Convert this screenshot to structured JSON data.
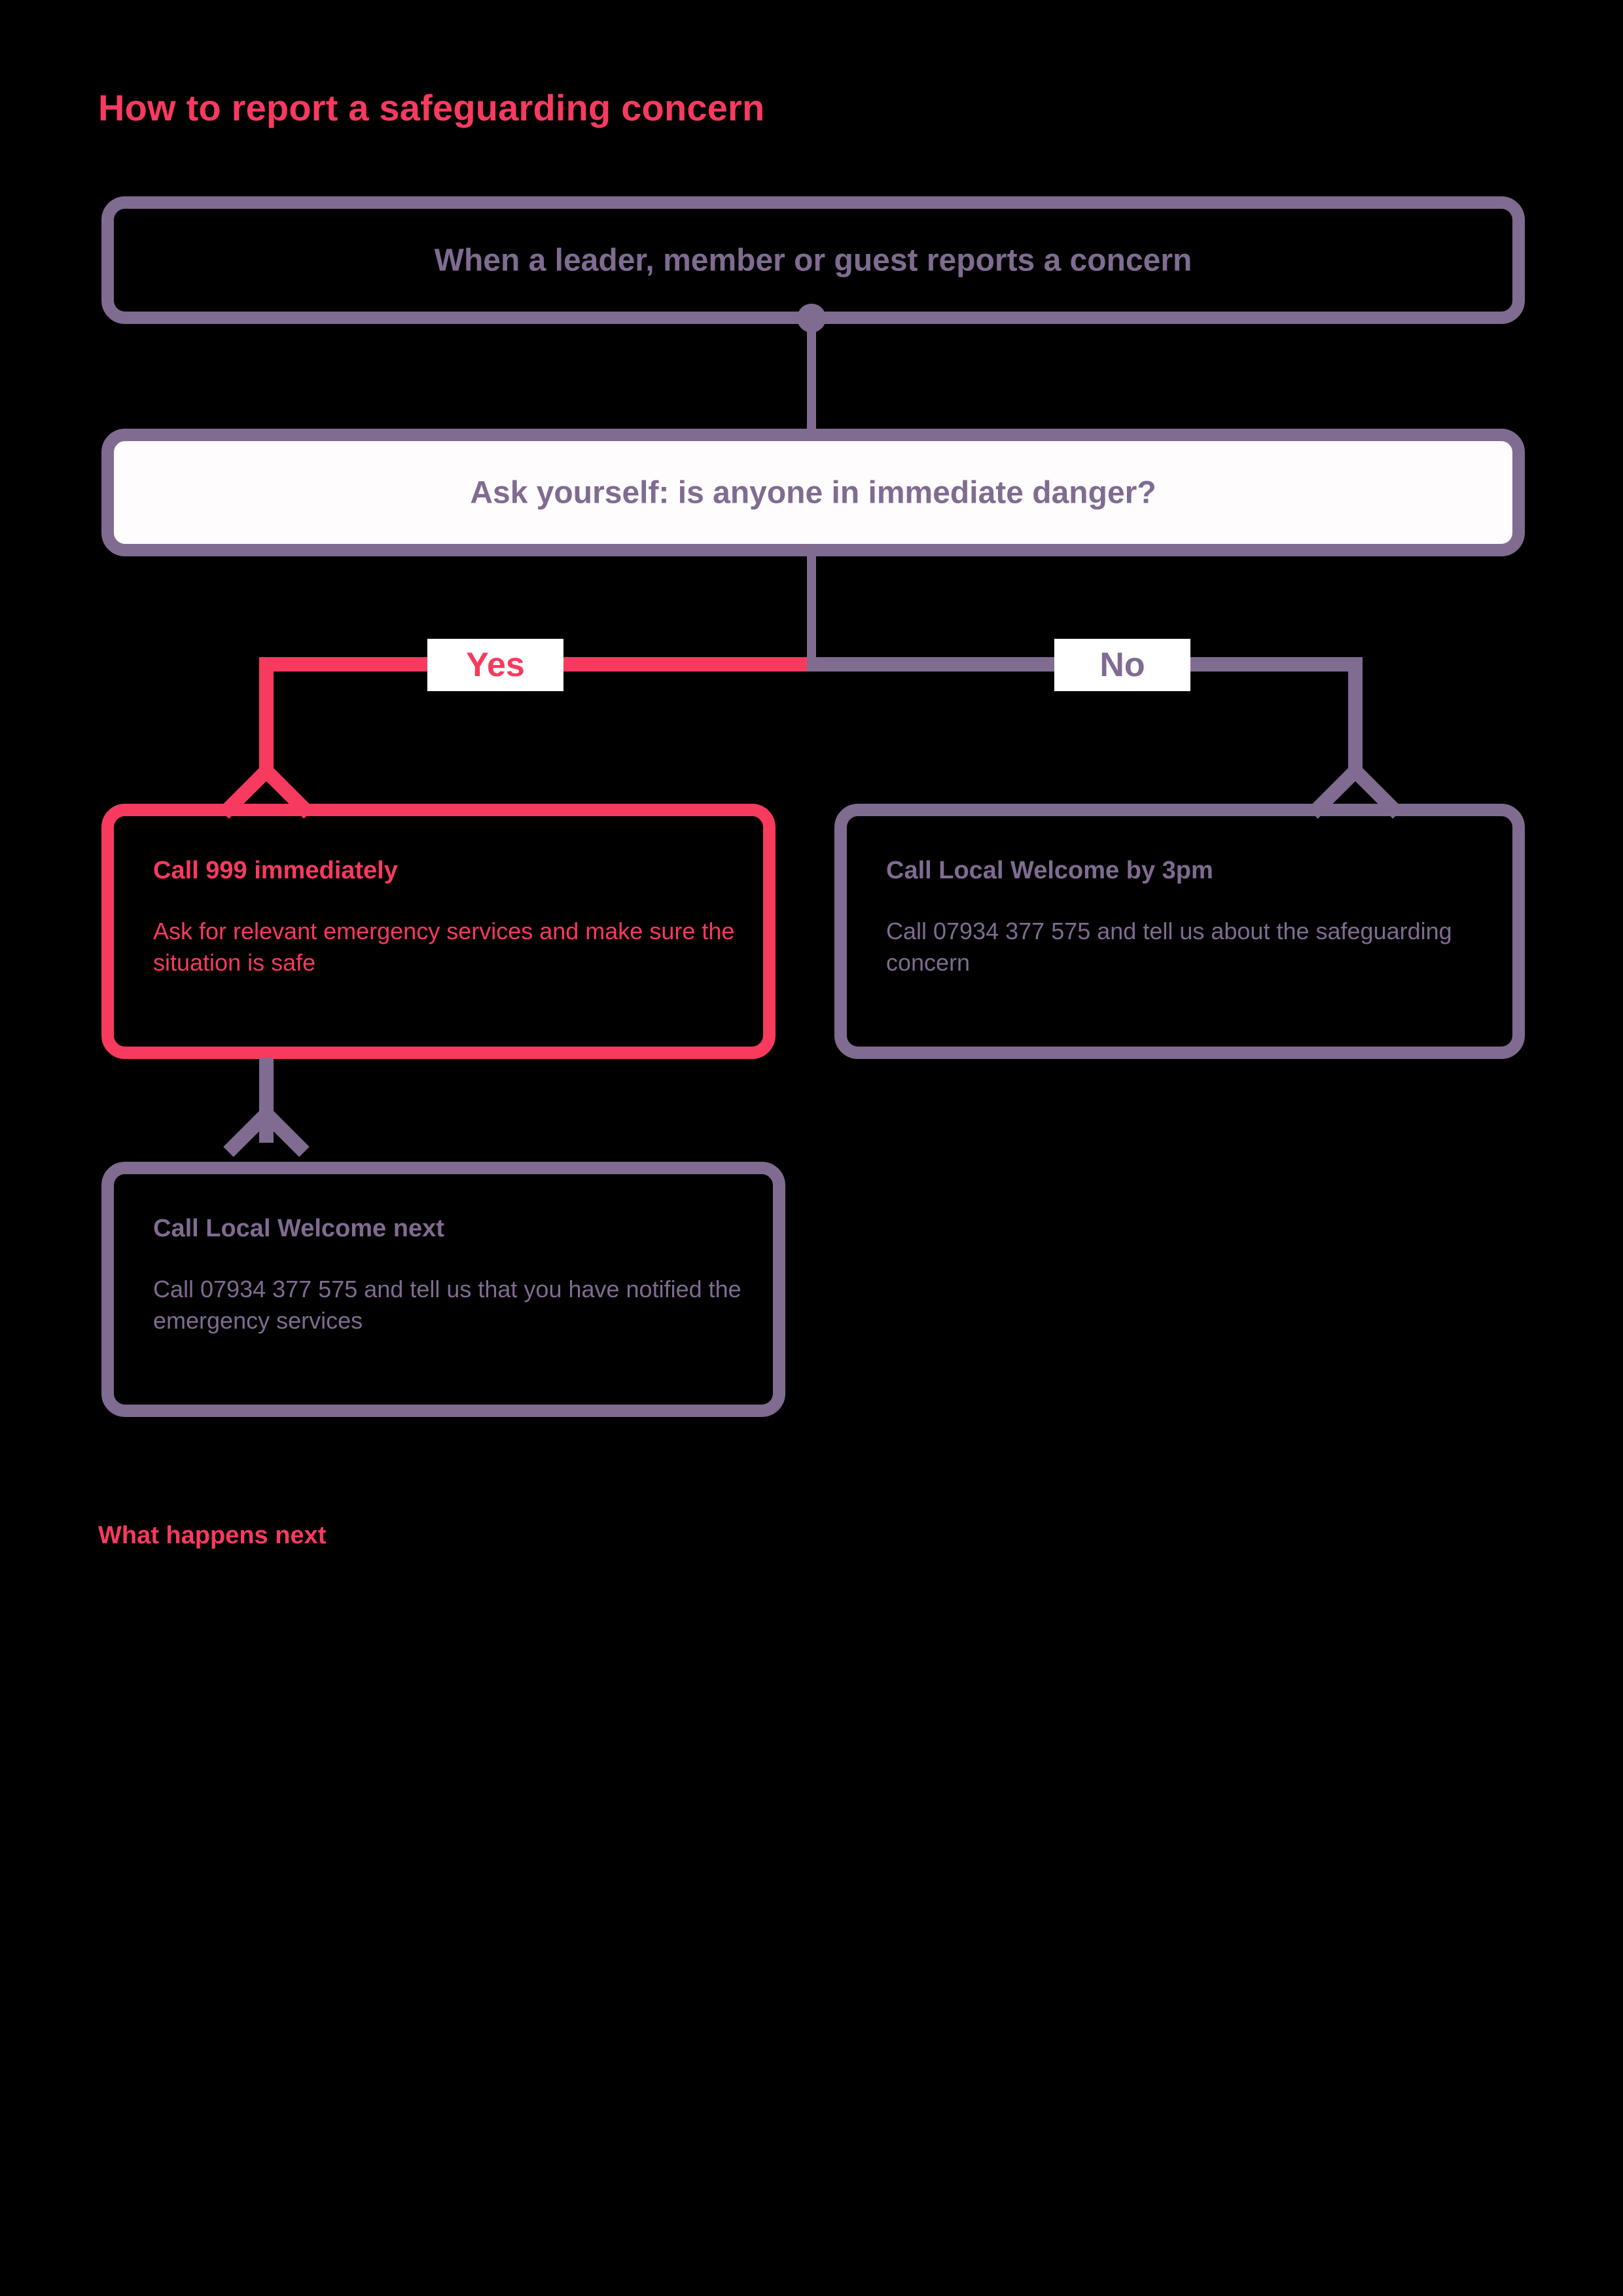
{
  "page": {
    "title": "How to report a safeguarding concern",
    "section_heading": "What happens next",
    "background_color": "#000000"
  },
  "theme": {
    "accent_pink": "#F83A5E",
    "accent_purple": "#806B91",
    "panel_white": "#FEFCFD"
  },
  "flowchart": {
    "type": "decision-flow",
    "nodes": {
      "start": {
        "id": "start",
        "label": "When a leader, member or guest reports a concern",
        "style": "outlined-purple",
        "fill": "transparent",
        "text_color": "#806B91"
      },
      "decision": {
        "id": "decision",
        "label": "Ask yourself: is anyone in immediate danger?",
        "style": "filled-white-purple-border",
        "fill": "#FEFCFD",
        "text_color": "#806B91"
      },
      "emergency": {
        "id": "emergency",
        "heading": "Call 999 immediately",
        "body": "Ask for relevant emergency services and make sure the situation is safe",
        "style": "outlined-pink",
        "text_color": "#F83A5E"
      },
      "local_welcome_3pm": {
        "id": "local-welcome-3pm",
        "heading": "Call Local Welcome by 3pm",
        "body": "Call 07934 377 575 and tell us about the safeguarding concern",
        "style": "outlined-purple",
        "text_color": "#806B91"
      },
      "local_welcome_next": {
        "id": "local-welcome-next",
        "heading": "Call Local Welcome next",
        "body": "Call 07934 377 575 and tell us that you have notified the emergency services",
        "style": "outlined-purple",
        "text_color": "#806B91"
      }
    },
    "branches": [
      {
        "label": "Yes",
        "color": "#F83A5E",
        "target": "emergency"
      },
      {
        "label": "No",
        "color": "#806B91",
        "target": "local-welcome-3pm"
      }
    ],
    "edges": [
      {
        "from": "start",
        "to": "decision",
        "color": "#806B91"
      },
      {
        "from": "decision",
        "to": "emergency",
        "color": "#F83A5E",
        "label": "Yes"
      },
      {
        "from": "decision",
        "to": "local-welcome-3pm",
        "color": "#806B91",
        "label": "No"
      },
      {
        "from": "emergency",
        "to": "local-welcome-next",
        "color": "#806B91"
      }
    ],
    "contact": {
      "phone": "07934 377 575",
      "emergency_number": "999",
      "deadline": "3pm"
    }
  }
}
